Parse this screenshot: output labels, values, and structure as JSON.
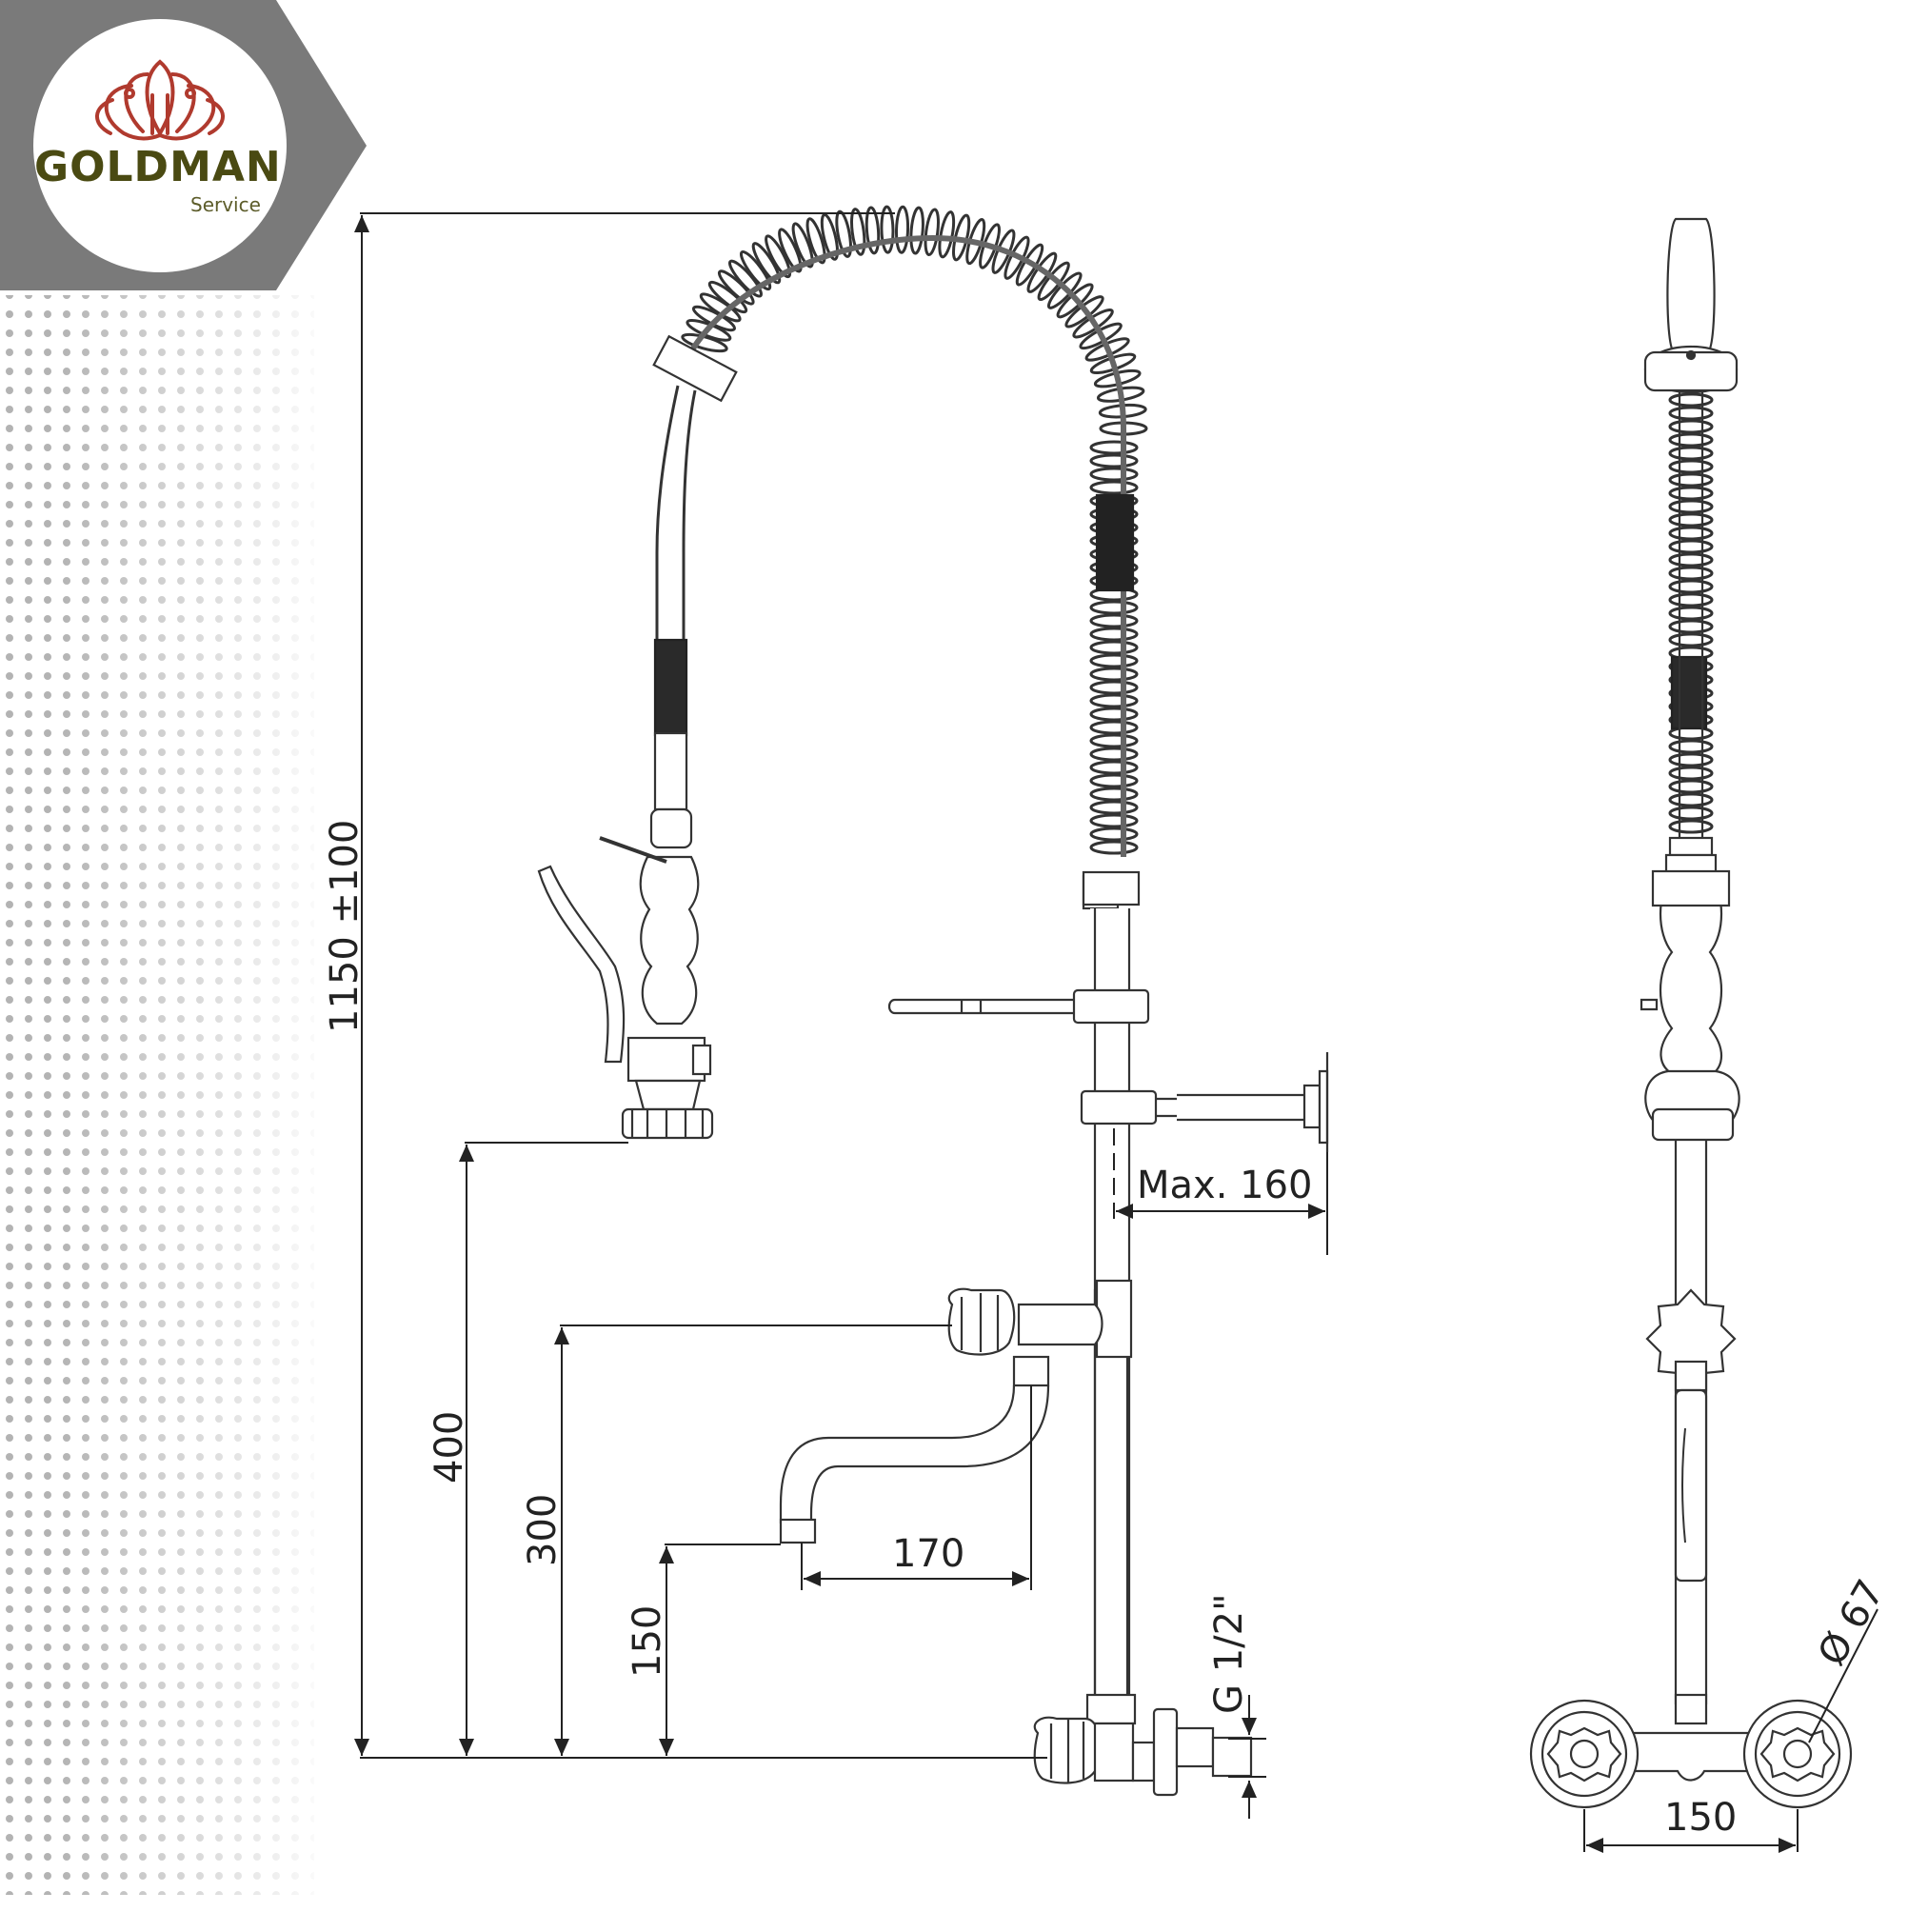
{
  "brand": {
    "name": "GOLDMAN",
    "subtitle": "Service",
    "colors": {
      "banner": "#7a7a7a",
      "logo_mark": "#b03a2e",
      "wordmark": "#4a4a12"
    }
  },
  "dimensions": {
    "total_height": "1150 ±100",
    "handle_height": "400",
    "spout_inlet_height": "300",
    "spout_outlet_height": "150",
    "spout_reach": "170",
    "wall_bracket_max": "Max. 160",
    "thread": "G 1/2\"",
    "knob_diameter": "Ø 67",
    "inlet_spacing": "150"
  }
}
